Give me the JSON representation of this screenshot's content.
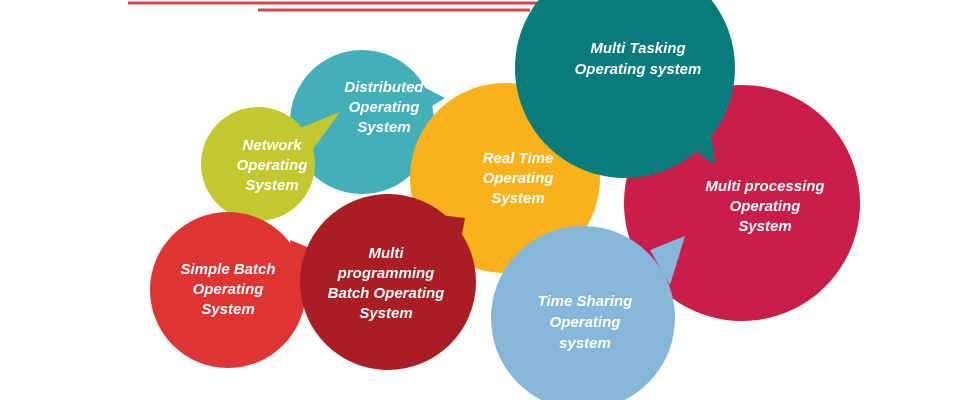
{
  "bubbles": [
    {
      "id": "multi-processing",
      "lines": [
        "Multi processing",
        "Operating",
        "System"
      ],
      "color": "#c91d4a"
    },
    {
      "id": "network",
      "lines": [
        "Network",
        "Operating",
        "System"
      ],
      "color": "#c3c82e"
    },
    {
      "id": "distributed",
      "lines": [
        "Distributed",
        "Operating",
        "System"
      ],
      "color": "#43b0b8"
    },
    {
      "id": "real-time",
      "lines": [
        "Real Time",
        "Operating",
        "System"
      ],
      "color": "#f9b21b"
    },
    {
      "id": "multi-tasking",
      "lines": [
        "Multi Tasking",
        "Operating system"
      ],
      "color": "#087c7a"
    },
    {
      "id": "simple-batch",
      "lines": [
        "Simple Batch",
        "Operating",
        "System"
      ],
      "color": "#de3433"
    },
    {
      "id": "multi-programming",
      "lines": [
        "Multi",
        "programming",
        "Batch Operating",
        "System"
      ],
      "color": "#a81e24"
    },
    {
      "id": "time-sharing",
      "lines": [
        "Time Sharing",
        "Operating",
        "system"
      ],
      "color": "#86b7da"
    }
  ],
  "decor_line_color": "#d9444c"
}
